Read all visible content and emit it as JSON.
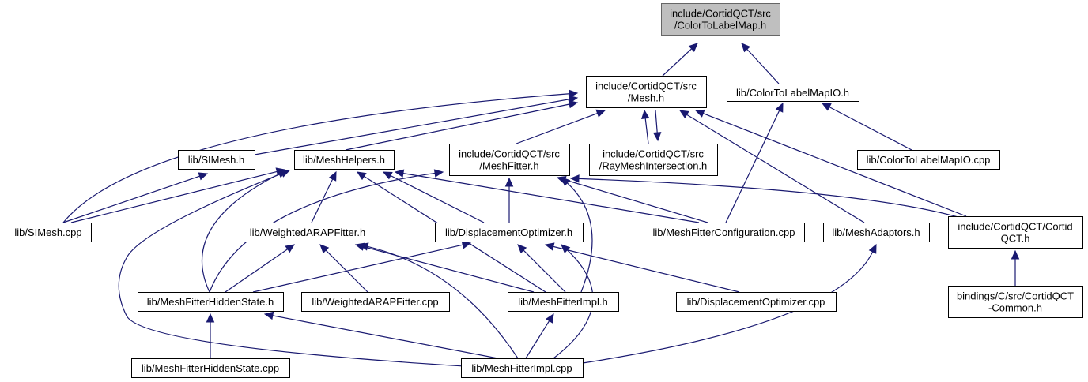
{
  "colors": {
    "edge": "#191970",
    "root_fill": "#bfbfbf",
    "node_fill": "#ffffff",
    "node_border": "#000000"
  },
  "nodes": {
    "colortolabelmap_h": {
      "lines": [
        "include/CortidQCT/src",
        "/ColorToLabelMap.h"
      ],
      "root": true
    },
    "mesh_h": {
      "lines": [
        "include/CortidQCT/src",
        "/Mesh.h"
      ]
    },
    "colortolabelmapio_h": {
      "lines": [
        "lib/ColorToLabelMapIO.h"
      ]
    },
    "simesh_h": {
      "lines": [
        "lib/SIMesh.h"
      ]
    },
    "meshhelpers_h": {
      "lines": [
        "lib/MeshHelpers.h"
      ]
    },
    "meshfitter_h": {
      "lines": [
        "include/CortidQCT/src",
        "/MeshFitter.h"
      ]
    },
    "raymeshintersection_h": {
      "lines": [
        "include/CortidQCT/src",
        "/RayMeshIntersection.h"
      ]
    },
    "colortolabelmapio_cpp": {
      "lines": [
        "lib/ColorToLabelMapIO.cpp"
      ]
    },
    "simesh_cpp": {
      "lines": [
        "lib/SIMesh.cpp"
      ]
    },
    "weightedarapfitter_h": {
      "lines": [
        "lib/WeightedARAPFitter.h"
      ]
    },
    "displacementoptimizer_h": {
      "lines": [
        "lib/DisplacementOptimizer.h"
      ]
    },
    "meshfitterconfiguration_cpp": {
      "lines": [
        "lib/MeshFitterConfiguration.cpp"
      ]
    },
    "meshadaptors_h": {
      "lines": [
        "lib/MeshAdaptors.h"
      ]
    },
    "cortidqct_h": {
      "lines": [
        "include/CortidQCT/Cortid",
        "QCT.h"
      ]
    },
    "meshfitterhiddenstate_h": {
      "lines": [
        "lib/MeshFitterHiddenState.h"
      ]
    },
    "weightedarapfitter_cpp": {
      "lines": [
        "lib/WeightedARAPFitter.cpp"
      ]
    },
    "meshfitterimpl_h": {
      "lines": [
        "lib/MeshFitterImpl.h"
      ]
    },
    "displacementoptimizer_cpp": {
      "lines": [
        "lib/DisplacementOptimizer.cpp"
      ]
    },
    "cortidqct_common_h": {
      "lines": [
        "bindings/C/src/CortidQCT",
        "-Common.h"
      ]
    },
    "meshfitterhiddenstate_cpp": {
      "lines": [
        "lib/MeshFitterHiddenState.cpp"
      ]
    },
    "meshfitterimpl_cpp": {
      "lines": [
        "lib/MeshFitterImpl.cpp"
      ]
    }
  },
  "edges": [
    {
      "from": "mesh_h",
      "to": "colortolabelmap_h"
    },
    {
      "from": "colortolabelmapio_h",
      "to": "colortolabelmap_h"
    },
    {
      "from": "simesh_h",
      "to": "mesh_h"
    },
    {
      "from": "meshhelpers_h",
      "to": "mesh_h"
    },
    {
      "from": "meshfitter_h",
      "to": "mesh_h"
    },
    {
      "from": "raymeshintersection_h",
      "to": "mesh_h"
    },
    {
      "from": "mesh_h",
      "to": "raymeshintersection_h"
    },
    {
      "from": "simesh_cpp",
      "to": "mesh_h"
    },
    {
      "from": "meshadaptors_h",
      "to": "mesh_h"
    },
    {
      "from": "cortidqct_h",
      "to": "mesh_h"
    },
    {
      "from": "colortolabelmapio_cpp",
      "to": "colortolabelmapio_h"
    },
    {
      "from": "meshfitterconfiguration_cpp",
      "to": "colortolabelmapio_h"
    },
    {
      "from": "simesh_cpp",
      "to": "simesh_h"
    },
    {
      "from": "simesh_cpp",
      "to": "meshhelpers_h"
    },
    {
      "from": "weightedarapfitter_h",
      "to": "meshhelpers_h"
    },
    {
      "from": "displacementoptimizer_h",
      "to": "meshhelpers_h"
    },
    {
      "from": "meshfitterconfiguration_cpp",
      "to": "meshhelpers_h"
    },
    {
      "from": "meshfitterhiddenstate_h",
      "to": "meshhelpers_h"
    },
    {
      "from": "meshfitterimpl_h",
      "to": "meshhelpers_h"
    },
    {
      "from": "meshfitterimpl_cpp",
      "to": "meshhelpers_h"
    },
    {
      "from": "displacementoptimizer_h",
      "to": "meshfitter_h"
    },
    {
      "from": "meshfitterconfiguration_cpp",
      "to": "meshfitter_h"
    },
    {
      "from": "cortidqct_h",
      "to": "meshfitter_h"
    },
    {
      "from": "meshfitterhiddenstate_h",
      "to": "meshfitter_h"
    },
    {
      "from": "meshfitterimpl_h",
      "to": "meshfitter_h"
    },
    {
      "from": "meshfitterhiddenstate_h",
      "to": "weightedarapfitter_h"
    },
    {
      "from": "weightedarapfitter_cpp",
      "to": "weightedarapfitter_h"
    },
    {
      "from": "meshfitterimpl_h",
      "to": "weightedarapfitter_h"
    },
    {
      "from": "meshfitterimpl_cpp",
      "to": "weightedarapfitter_h"
    },
    {
      "from": "meshfitterhiddenstate_h",
      "to": "displacementoptimizer_h"
    },
    {
      "from": "meshfitterimpl_h",
      "to": "displacementoptimizer_h"
    },
    {
      "from": "displacementoptimizer_cpp",
      "to": "displacementoptimizer_h"
    },
    {
      "from": "meshfitterimpl_cpp",
      "to": "displacementoptimizer_h"
    },
    {
      "from": "meshfitterimpl_cpp",
      "to": "meshadaptors_h"
    },
    {
      "from": "cortidqct_common_h",
      "to": "cortidqct_h"
    },
    {
      "from": "meshfitterhiddenstate_cpp",
      "to": "meshfitterhiddenstate_h"
    },
    {
      "from": "meshfitterimpl_cpp",
      "to": "meshfitterhiddenstate_h"
    },
    {
      "from": "meshfitterimpl_cpp",
      "to": "meshfitterimpl_h"
    }
  ]
}
